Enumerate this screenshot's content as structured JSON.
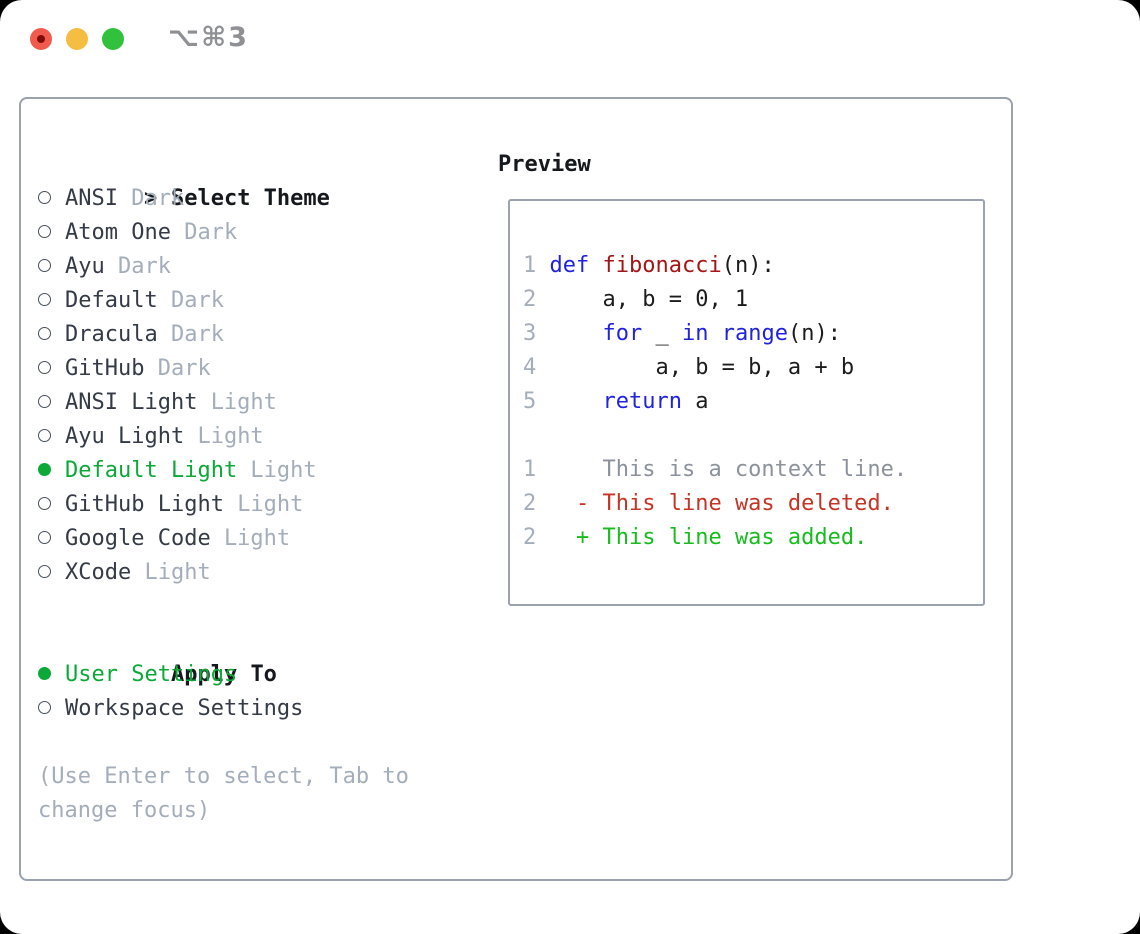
{
  "window": {
    "title_shortcut": "⌥⌘3"
  },
  "colors": {
    "close_red": "#f15b4e",
    "close_dot": "#7e0d08",
    "minimize_yellow": "#f5bd41",
    "zoom_green": "#31c13d",
    "title_gray": "#8e9094",
    "border_gray": "#99a2ad",
    "heading_black": "#15181c",
    "text_dark": "#343b46",
    "muted_gray": "#a4adba",
    "context_gray": "#8b929c",
    "accent_green": "#0ca838",
    "added_green": "#16bd1d",
    "deleted_red": "#c53425",
    "keyword_blue": "#2122e0",
    "function_red": "#a61515",
    "code_black": "#1c1c1c"
  },
  "theme_picker": {
    "cursor": ">",
    "heading": "Select Theme",
    "themes": [
      {
        "label": "ANSI",
        "variant": "Dark",
        "selected": false
      },
      {
        "label": "Atom One",
        "variant": "Dark",
        "selected": false
      },
      {
        "label": "Ayu",
        "variant": "Dark",
        "selected": false
      },
      {
        "label": "Default",
        "variant": "Dark",
        "selected": false
      },
      {
        "label": "Dracula",
        "variant": "Dark",
        "selected": false
      },
      {
        "label": "GitHub",
        "variant": "Dark",
        "selected": false
      },
      {
        "label": "ANSI Light",
        "variant": "Light",
        "selected": false
      },
      {
        "label": "Ayu Light",
        "variant": "Light",
        "selected": false
      },
      {
        "label": "Default Light",
        "variant": "Light",
        "selected": true
      },
      {
        "label": "GitHub Light",
        "variant": "Light",
        "selected": false
      },
      {
        "label": "Google Code",
        "variant": "Light",
        "selected": false
      },
      {
        "label": "XCode",
        "variant": "Light",
        "selected": false
      }
    ],
    "apply_heading": "Apply To",
    "apply_options": [
      {
        "label": "User Settings",
        "selected": true
      },
      {
        "label": "Workspace Settings",
        "selected": false
      }
    ],
    "hint_lines": [
      "(Use Enter to select, Tab to",
      "change focus)"
    ]
  },
  "preview": {
    "heading": "Preview",
    "lines": [
      {
        "tokens": [
          {
            "text": "1 ",
            "c": "ln"
          },
          {
            "text": "def",
            "c": "kw"
          },
          {
            "text": " ",
            "c": "pl"
          },
          {
            "text": "fibonacci",
            "c": "fn"
          },
          {
            "text": "(n):",
            "c": "pl"
          }
        ]
      },
      {
        "tokens": [
          {
            "text": "2 ",
            "c": "ln"
          },
          {
            "text": "    a, b = 0, 1",
            "c": "pl"
          }
        ]
      },
      {
        "tokens": [
          {
            "text": "3 ",
            "c": "ln"
          },
          {
            "text": "    ",
            "c": "pl"
          },
          {
            "text": "for",
            "c": "kw"
          },
          {
            "text": " _ ",
            "c": "pl"
          },
          {
            "text": "in",
            "c": "kw"
          },
          {
            "text": " ",
            "c": "pl"
          },
          {
            "text": "range",
            "c": "kw"
          },
          {
            "text": "(n):",
            "c": "pl"
          }
        ]
      },
      {
        "tokens": [
          {
            "text": "4 ",
            "c": "ln"
          },
          {
            "text": "        a, b = b, a + b",
            "c": "pl"
          }
        ]
      },
      {
        "tokens": [
          {
            "text": "5 ",
            "c": "ln"
          },
          {
            "text": "    ",
            "c": "pl"
          },
          {
            "text": "return",
            "c": "kw"
          },
          {
            "text": " a",
            "c": "pl"
          }
        ]
      },
      {
        "tokens": []
      },
      {
        "tokens": [
          {
            "text": "1 ",
            "c": "ln"
          },
          {
            "text": "    This is a context line.",
            "c": "ctx"
          }
        ]
      },
      {
        "tokens": [
          {
            "text": "2 ",
            "c": "ln"
          },
          {
            "text": "  ",
            "c": "pl"
          },
          {
            "text": "- This line was deleted.",
            "c": "del"
          }
        ]
      },
      {
        "tokens": [
          {
            "text": "2 ",
            "c": "ln"
          },
          {
            "text": "  ",
            "c": "pl"
          },
          {
            "text": "+ This line was added.",
            "c": "add"
          }
        ]
      }
    ]
  }
}
